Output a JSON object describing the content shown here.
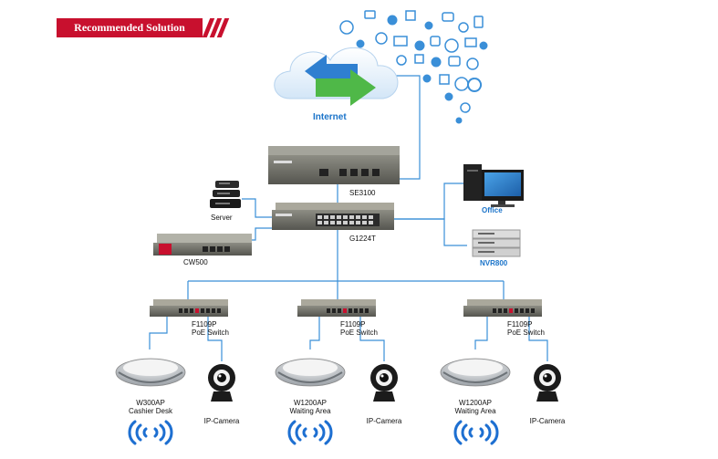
{
  "banner": {
    "title": "Recommended Solution"
  },
  "internet": {
    "label": "Internet"
  },
  "devices": {
    "router": {
      "model": "SE3100"
    },
    "core_switch": {
      "model": "G1224T"
    },
    "server": {
      "label": "Server"
    },
    "controller": {
      "model": "CW500"
    },
    "office_pc": {
      "label": "Office"
    },
    "nvr": {
      "model": "NVR800"
    },
    "poe_switches": [
      {
        "model": "F1109P",
        "type": "PoE Switch"
      },
      {
        "model": "F1109P",
        "type": "PoE Switch"
      },
      {
        "model": "F1109P",
        "type": "PoE Switch"
      }
    ],
    "access_points": [
      {
        "model": "W300AP",
        "location": "Cashier Desk"
      },
      {
        "model": "W1200AP",
        "location": "Waiting Area"
      },
      {
        "model": "W1200AP",
        "location": "Waiting Area"
      }
    ],
    "cameras": [
      {
        "label": "IP-Camera"
      },
      {
        "label": "IP-Camera"
      },
      {
        "label": "IP-Camera"
      }
    ]
  },
  "colors": {
    "link": "#3a8fd8",
    "banner": "#c8102e",
    "label_accent": "#1a73c9",
    "arrow_blue": "#2f7fd0",
    "arrow_green": "#4fb848"
  }
}
